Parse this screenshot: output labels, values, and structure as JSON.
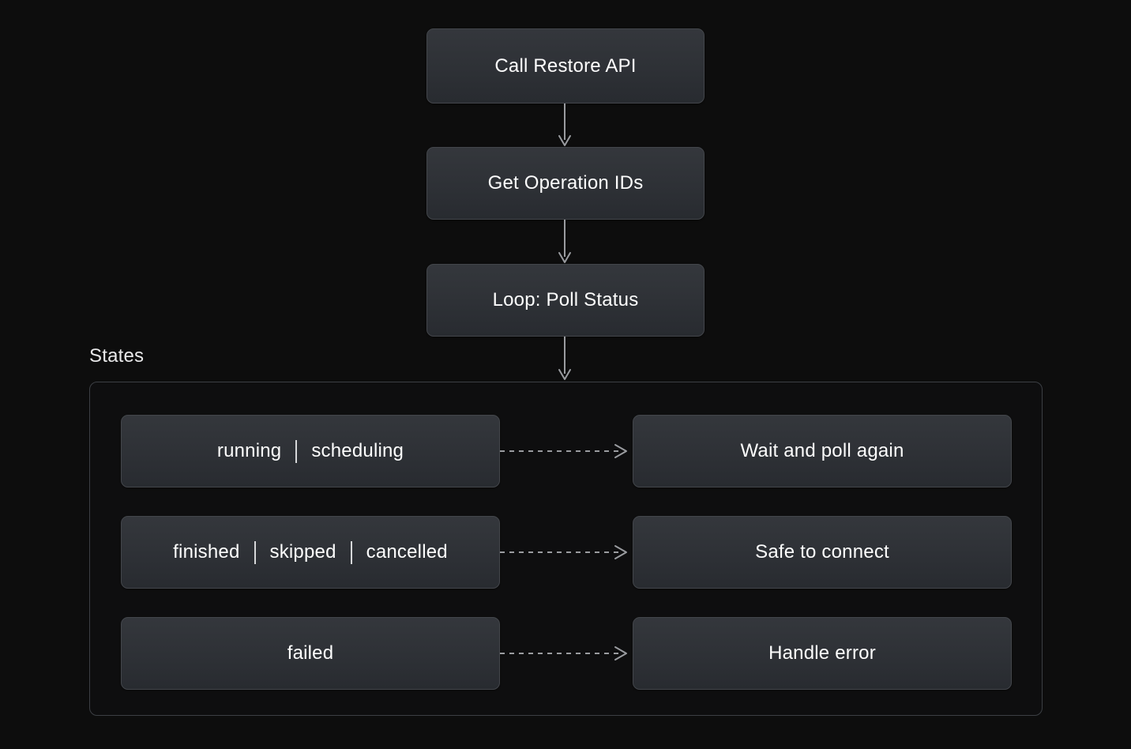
{
  "diagram": {
    "background_color": "#0d0d0d",
    "node_fill_top": "#34373c",
    "node_fill_bottom": "#282b30",
    "node_border_color": "#43464b",
    "text_color": "#fdfdfd",
    "edge_color": "#9a9ca0",
    "subgraph_border_color": "#3c3f44"
  },
  "flow": {
    "nodes": [
      {
        "id": "call-restore-api",
        "label": "Call Restore API"
      },
      {
        "id": "get-operation-ids",
        "label": "Get Operation IDs"
      },
      {
        "id": "loop-poll-status",
        "label": "Loop: Poll Status"
      }
    ],
    "edges": [
      {
        "id": "restore-to-ops",
        "style": "solid",
        "direction": "down"
      },
      {
        "id": "ops-to-loop",
        "style": "solid",
        "direction": "down"
      },
      {
        "id": "loop-to-states",
        "style": "solid",
        "direction": "down"
      }
    ]
  },
  "states": {
    "title": "States",
    "rows": [
      {
        "id": "running-scheduling",
        "state_parts": [
          "running",
          "scheduling"
        ],
        "edge_style": "dashed",
        "action": "Wait and poll again"
      },
      {
        "id": "finished-skipped-cancelled",
        "state_parts": [
          "finished",
          "skipped",
          "cancelled"
        ],
        "edge_style": "dashed",
        "action": "Safe to connect"
      },
      {
        "id": "failed",
        "state_parts": [
          "failed"
        ],
        "edge_style": "dashed",
        "action": "Handle error"
      }
    ]
  }
}
